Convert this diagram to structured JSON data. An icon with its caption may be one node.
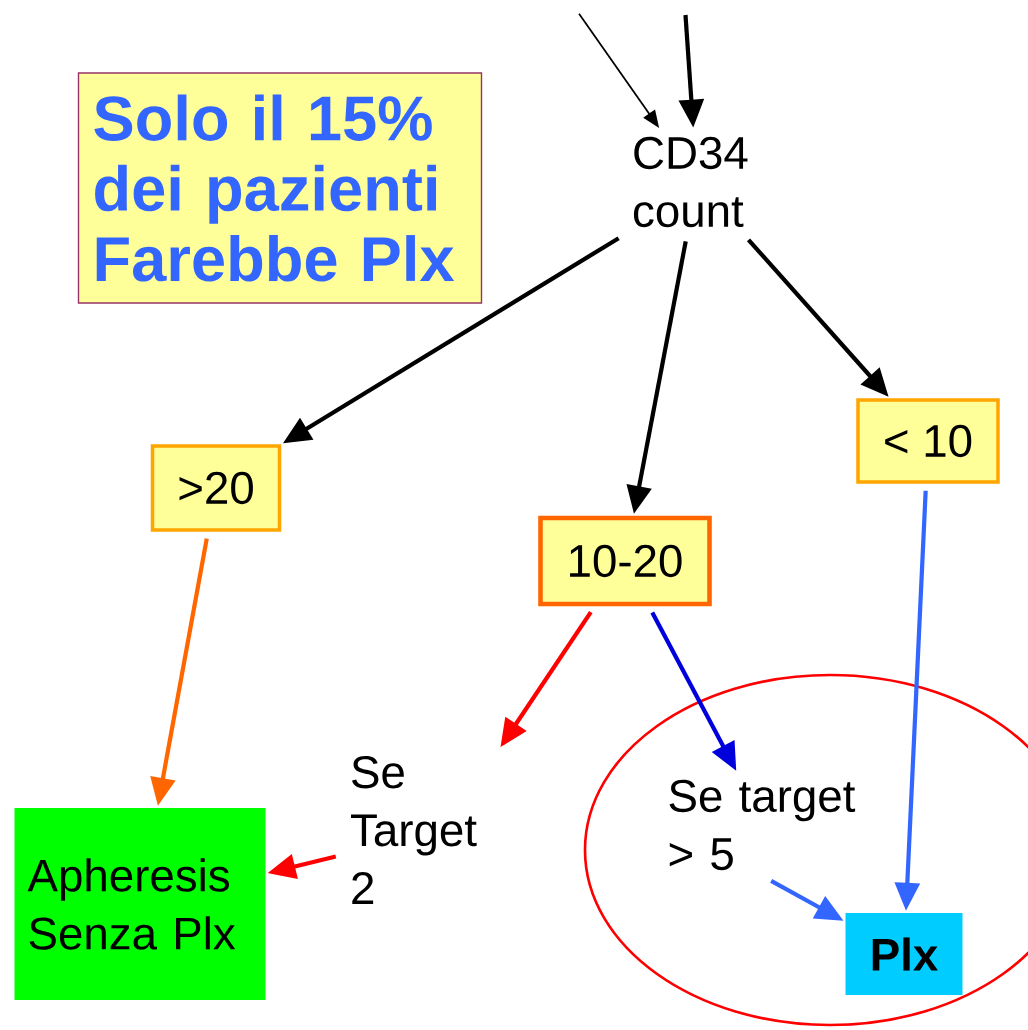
{
  "diagram": {
    "nodes": [
      {
        "text": [
          "Solo il 15% dei pazienti Farebbe Plx"
        ]
      },
      {
        "text": [
          "CD34 count"
        ]
      },
      {
        "text": [
          ">20"
        ]
      },
      {
        "text": [
          "10-20"
        ]
      },
      {
        "text": [
          "< 10"
        ]
      },
      {
        "text": [
          "Apheresis Senza Plx"
        ]
      },
      {
        "text": [
          "Se Target 2"
        ]
      },
      {
        "text": [],
        "shape": "ellipse"
      },
      {
        "text": [
          "Se target > 5"
        ],
        "in": 7
      },
      {
        "text": [
          "Plx"
        ],
        "in": 7
      }
    ],
    "edges": [
      {
        "from": null,
        "to": 1,
        "arrow": "to"
      },
      {
        "from": null,
        "to": 1,
        "arrow": "to"
      },
      {
        "from": 1,
        "to": 2,
        "arrow": "to"
      },
      {
        "from": 1,
        "to": 3,
        "arrow": "to"
      },
      {
        "from": 1,
        "to": 4,
        "arrow": "to"
      },
      {
        "from": 2,
        "to": 5,
        "arrow": "to",
        "color": "#ff6600"
      },
      {
        "from": 3,
        "to": 6,
        "arrow": "to",
        "color": "#ff0000"
      },
      {
        "from": 3,
        "to": 8,
        "arrow": "to",
        "color": "#0000dd"
      },
      {
        "from": 4,
        "to": 9,
        "arrow": "to",
        "color": "#3366ff"
      },
      {
        "from": 6,
        "to": 5,
        "arrow": "to",
        "color": "#ff0000"
      },
      {
        "from": 8,
        "to": 9,
        "arrow": "to",
        "color": "#3366ff"
      }
    ]
  }
}
